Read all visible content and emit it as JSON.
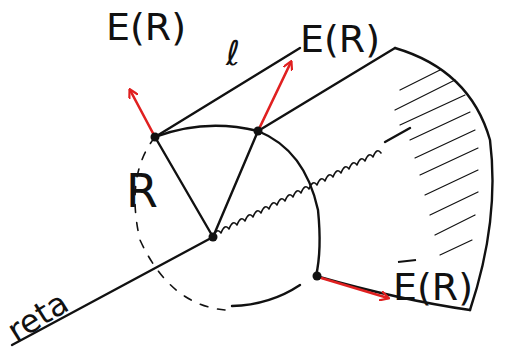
{
  "diagram": {
    "labels": [
      "E(R)",
      "ℓ",
      "E(R)",
      "R",
      "E(R)",
      "reta"
    ]
  }
}
